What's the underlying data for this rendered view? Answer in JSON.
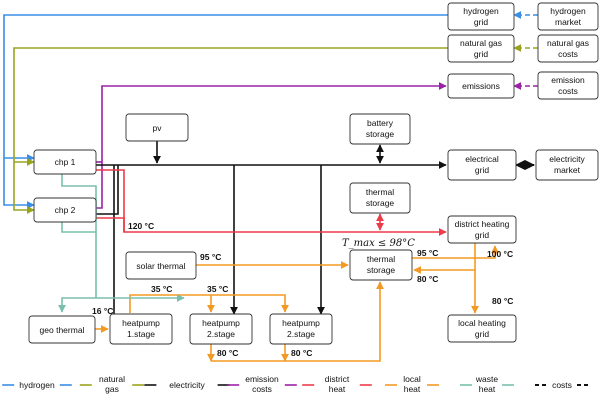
{
  "colors": {
    "hydrogen": "#3a8ee6",
    "natural_gas": "#9aa31f",
    "electricity": "#111111",
    "emission": "#9b22a7",
    "district_heat": "#ee3b4b",
    "local_heat": "#f39a24",
    "waste_heat": "#7abfae",
    "costs": "#111111"
  },
  "boxes": {
    "hydrogen_grid": [
      "hydrogen",
      "grid"
    ],
    "hydrogen_market": [
      "hydrogen",
      "market"
    ],
    "natural_gas_grid": [
      "natural gas",
      "grid"
    ],
    "natural_gas_costs": [
      "natural gas",
      "costs"
    ],
    "emissions": [
      "emissions"
    ],
    "emission_costs": [
      "emission",
      "costs"
    ],
    "pv": [
      "pv"
    ],
    "battery_storage": [
      "battery",
      "storage"
    ],
    "chp1": [
      "chp 1"
    ],
    "chp2": [
      "chp 2"
    ],
    "electrical_grid": [
      "electrical",
      "grid"
    ],
    "electricity_market": [
      "electricity",
      "market"
    ],
    "thermal_storage_top": [
      "thermal",
      "storage"
    ],
    "district_heating_grid": [
      "district heating",
      "grid"
    ],
    "solar_thermal": [
      "solar thermal"
    ],
    "thermal_storage": [
      "thermal",
      "storage"
    ],
    "geo_thermal": [
      "geo thermal"
    ],
    "heatpump1": [
      "heatpump",
      "1.stage"
    ],
    "heatpump2a": [
      "heatpump",
      "2.stage"
    ],
    "heatpump2b": [
      "heatpump",
      "2.stage"
    ],
    "local_heating_grid": [
      "local heating",
      "grid"
    ]
  },
  "temperatures": {
    "chp_district": "120 °C",
    "solar": "95 °C",
    "storage_out": "95 °C",
    "storage_in": "80 °C",
    "district_out": "100 °C",
    "local_in": "80 °C",
    "hp_upper_left": "35 °C",
    "hp_upper_right": "35 °C",
    "geo": "16 °C",
    "hp_return_left": "80 °C",
    "hp_return_right": "80 °C"
  },
  "formula": "T_max ≤ 98°C",
  "legend": [
    {
      "key": "hydrogen",
      "lines": [
        "hydrogen"
      ],
      "style": "solid"
    },
    {
      "key": "natural_gas",
      "lines": [
        "natural",
        "gas"
      ],
      "style": "solid"
    },
    {
      "key": "electricity",
      "lines": [
        "electricity"
      ],
      "style": "solid"
    },
    {
      "key": "emission",
      "lines": [
        "emission",
        "costs"
      ],
      "style": "solid"
    },
    {
      "key": "district_heat",
      "lines": [
        "district",
        "heat"
      ],
      "style": "solid"
    },
    {
      "key": "local_heat",
      "lines": [
        "local",
        "heat"
      ],
      "style": "solid"
    },
    {
      "key": "waste_heat",
      "lines": [
        "waste",
        "heat"
      ],
      "style": "solid"
    },
    {
      "key": "costs",
      "lines": [
        "costs"
      ],
      "style": "dashed"
    }
  ]
}
